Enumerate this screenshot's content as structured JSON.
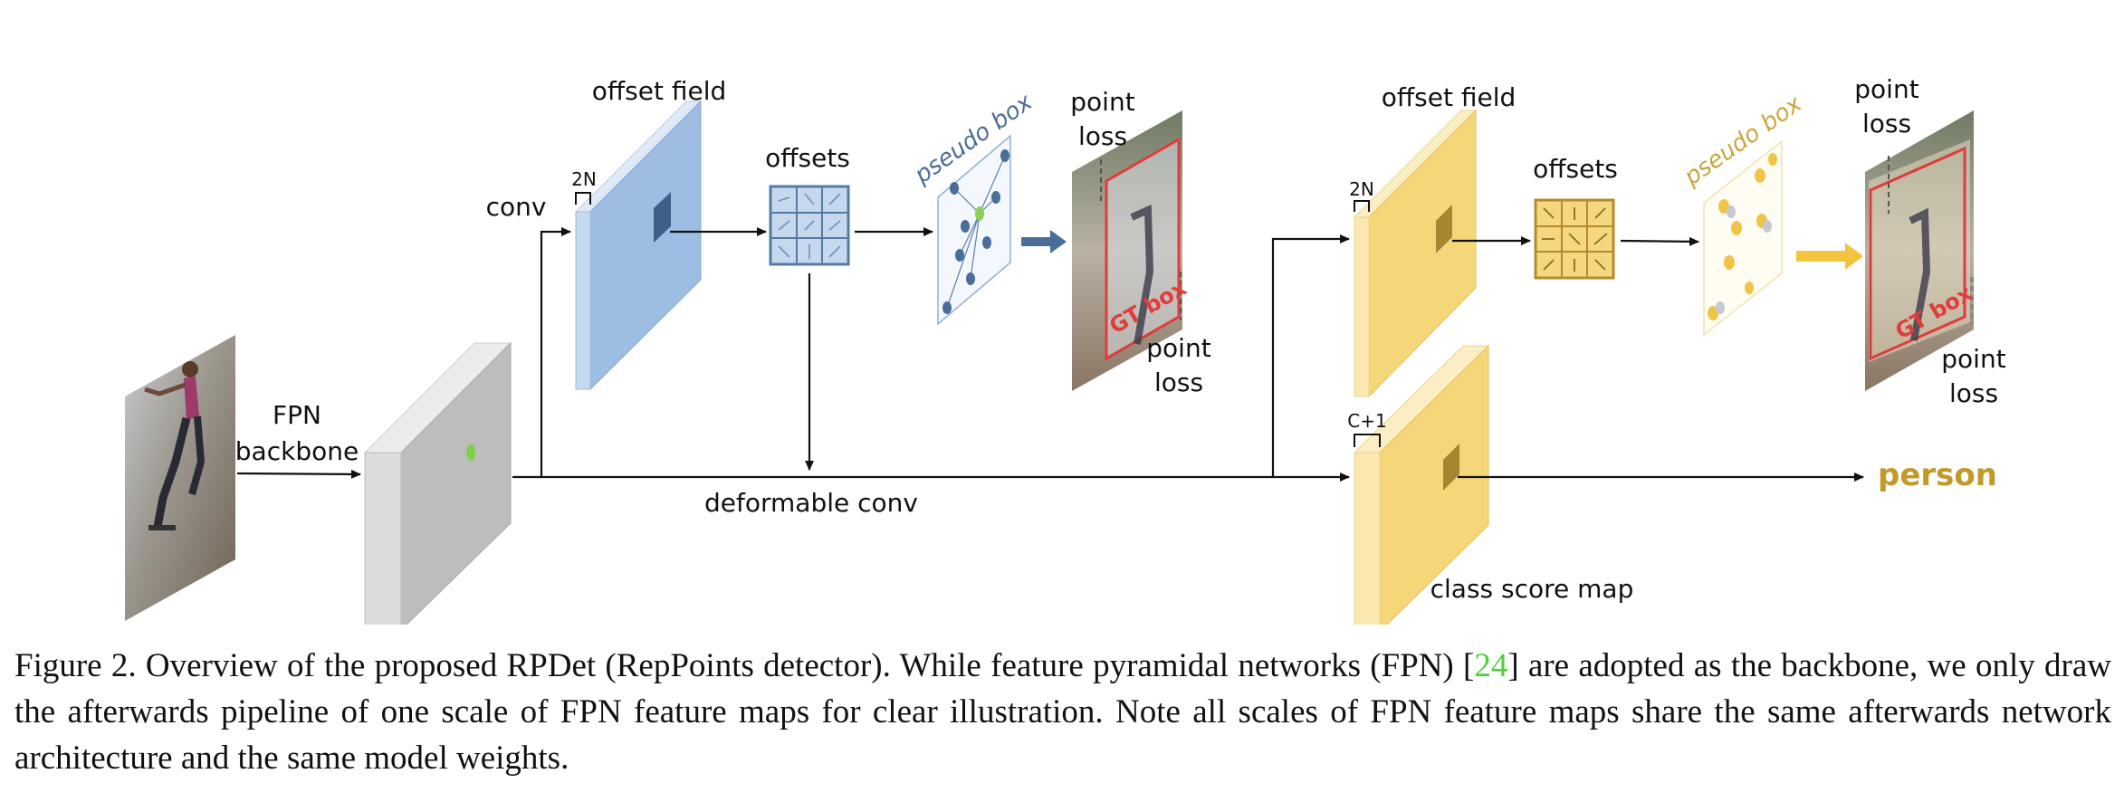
{
  "labels": {
    "fpn_line1": "FPN",
    "fpn_line2": "backbone",
    "conv": "conv",
    "offset_field_1": "offset field",
    "offset_field_2": "offset field",
    "dim_2n_1": "2N",
    "dim_2n_2": "2N",
    "dim_c1": "C+1",
    "offsets_1": "offsets",
    "offsets_2": "offsets",
    "pseudo_box_1": "pseudo box",
    "pseudo_box_2": "pseudo box",
    "point_loss_top1_a": "point",
    "point_loss_top1_b": "loss",
    "point_loss_bot1_a": "point",
    "point_loss_bot1_b": "loss",
    "point_loss_top2_a": "point",
    "point_loss_top2_b": "loss",
    "point_loss_bot2_a": "point",
    "point_loss_bot2_b": "loss",
    "gt_box_1": "GT box",
    "gt_box_2": "GT box",
    "deformable_conv": "deformable conv",
    "class_score_map": "class score map",
    "output_class": "person"
  },
  "caption": {
    "prefix": "Figure 2. Overview of the proposed RPDet (RepPoints detector). While feature pyramidal networks (FPN) [",
    "citation": "24",
    "suffix": "] are adopted as the backbone, we only draw the afterwards pipeline of one scale of FPN feature maps for clear illustration. Note all scales of FPN feature maps share the same afterwards network architecture and the same model weights."
  },
  "colors": {
    "stage1_blue": "#9dbde3",
    "stage2_yellow": "#f5d77a",
    "gray_feature": "#bdbdbd",
    "gt_box": "#e03c3c",
    "output_class": "#c29a2a",
    "citation": "#4fd13a"
  }
}
